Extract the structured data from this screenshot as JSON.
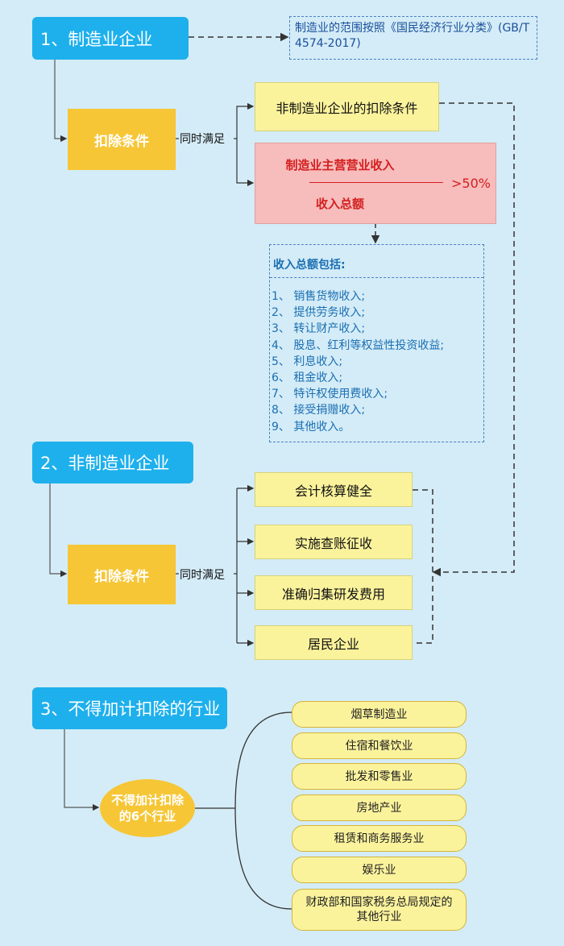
{
  "section1": {
    "title": "1、制造业企业",
    "note": "制造业的范围按照《国民经济行业分类》(GB/T 4574-2017)",
    "condition": "扣除条件",
    "both_label": "同时满足",
    "non_manu_condition": "非制造业企业的扣除条件",
    "ratio": {
      "numerator": "制造业主营营业收入",
      "denominator": "收入总额",
      "threshold": ">50%"
    },
    "income_title": "收入总额包括:",
    "income_items": [
      "1、 销售货物收入;",
      "2、 提供劳务收入;",
      "3、 转让财产收入;",
      "4、 股息、红利等权益性投资收益;",
      "5、 利息收入;",
      "6、 租金收入;",
      "7、 特许权使用费收入;",
      "8、 接受捐赠收入;",
      "9、 其他收入。"
    ]
  },
  "section2": {
    "title": "2、非制造业企业",
    "condition": "扣除条件",
    "both_label": "同时满足",
    "items": [
      "会计核算健全",
      "实施查账征收",
      "准确归集研发费用",
      "居民企业"
    ]
  },
  "section3": {
    "title": "3、不得加计扣除的行业",
    "center_label": "不得加计扣除的6个行业",
    "industries": [
      "烟草制造业",
      "住宿和餐饮业",
      "批发和零售业",
      "房地产业",
      "租赁和商务服务业",
      "娱乐业",
      "财政部和国家税务总局规定的其他行业"
    ]
  },
  "colors": {
    "title_bg": "#1eb0ec",
    "condition_bg": "#f6c636",
    "box_bg": "#fbf39c",
    "ratio_bg": "#f7bcbc",
    "ratio_text": "#d42020",
    "dash": "#4a7fc4",
    "income_text": "#1a6fb3"
  }
}
